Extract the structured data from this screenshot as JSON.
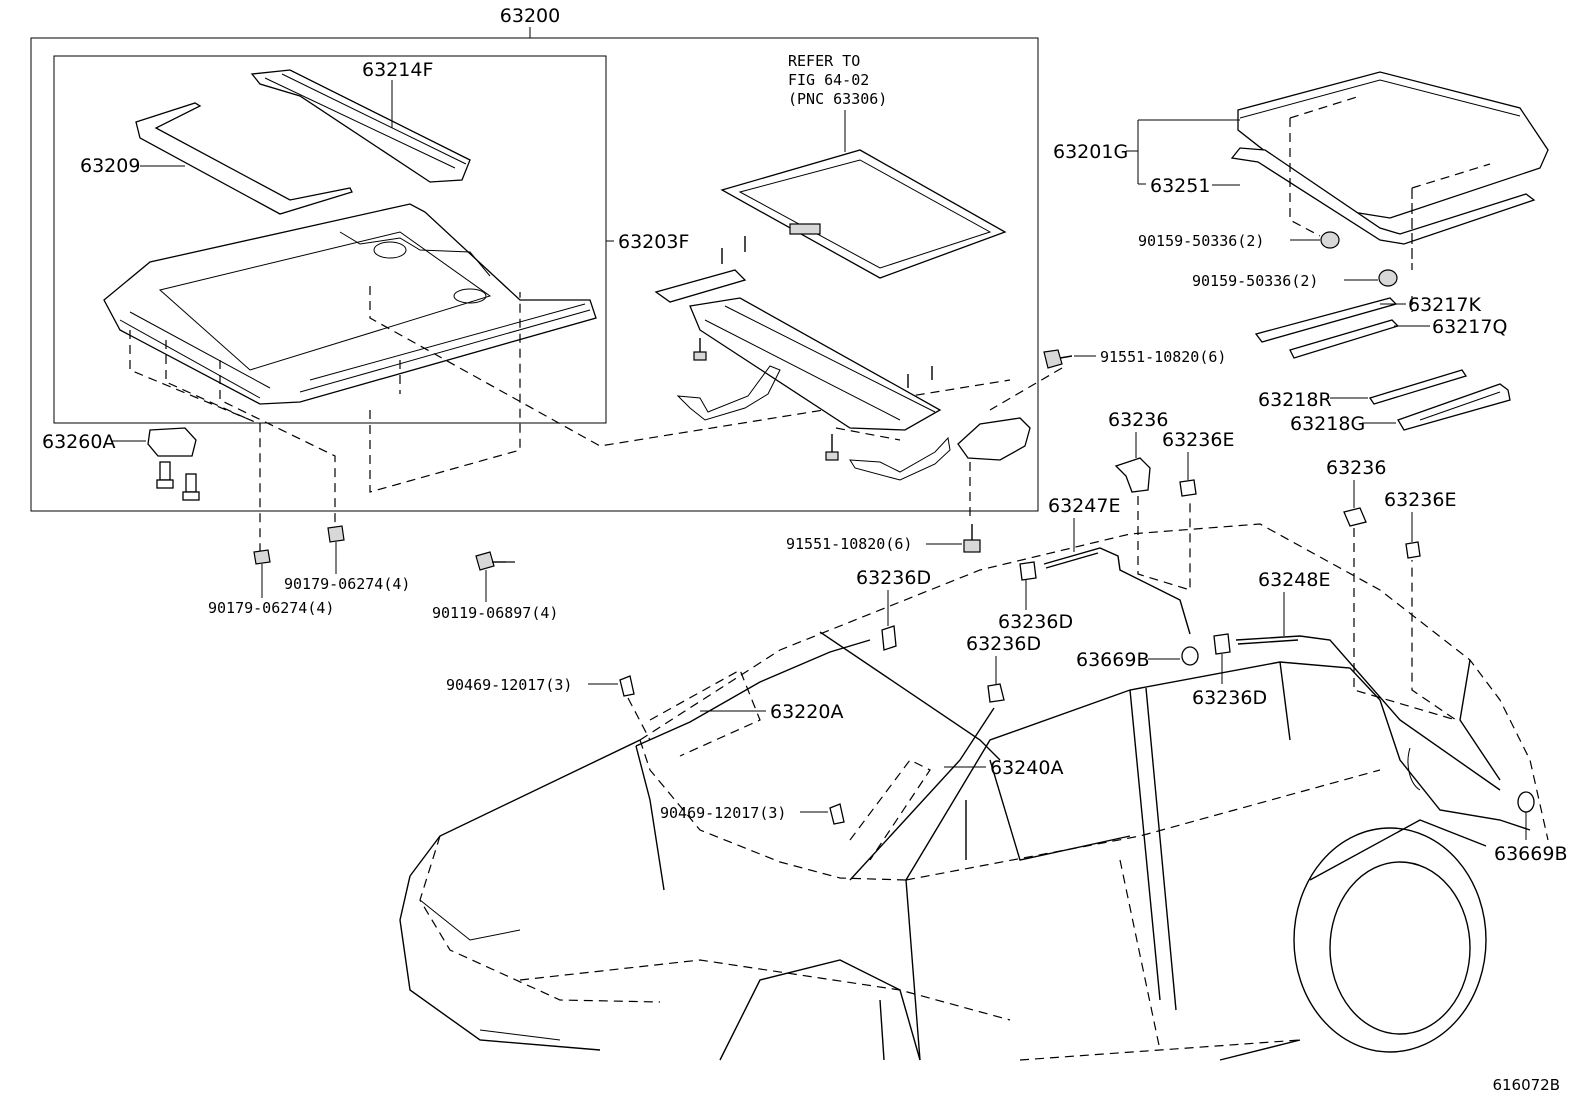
{
  "diagram": {
    "figure_code": "616072B",
    "assembly_number": "63200",
    "refer_note": [
      "REFER TO",
      "FIG 64-02",
      "(PNC 63306)"
    ],
    "callouts": {
      "c63214F": "63214F",
      "c63209": "63209",
      "c63203F": "63203F",
      "c63260A": "63260A",
      "c63201G": "63201G",
      "c63251": "63251",
      "c90159_a": "90159-50336(2)",
      "c90159_b": "90159-50336(2)",
      "c63217K": "63217K",
      "c63217Q": "63217Q",
      "c91551_a": "91551-10820(6)",
      "c91551_b": "91551-10820(6)",
      "c63218R": "63218R",
      "c63218G": "63218G",
      "c63236_a": "63236",
      "c63236E_a": "63236E",
      "c63236_b": "63236",
      "c63236E_b": "63236E",
      "c63247E": "63247E",
      "c63248E": "63248E",
      "c63236D_a": "63236D",
      "c63236D_b": "63236D",
      "c63236D_c": "63236D",
      "c63236D_d": "63236D",
      "c63669B_a": "63669B",
      "c63669B_b": "63669B",
      "c90179_a": "90179-06274(4)",
      "c90179_b": "90179-06274(4)",
      "c90119": "90119-06897(4)",
      "c90469_a": "90469-12017(3)",
      "c90469_b": "90469-12017(3)",
      "c63220A": "63220A",
      "c63240A": "63240A"
    }
  }
}
